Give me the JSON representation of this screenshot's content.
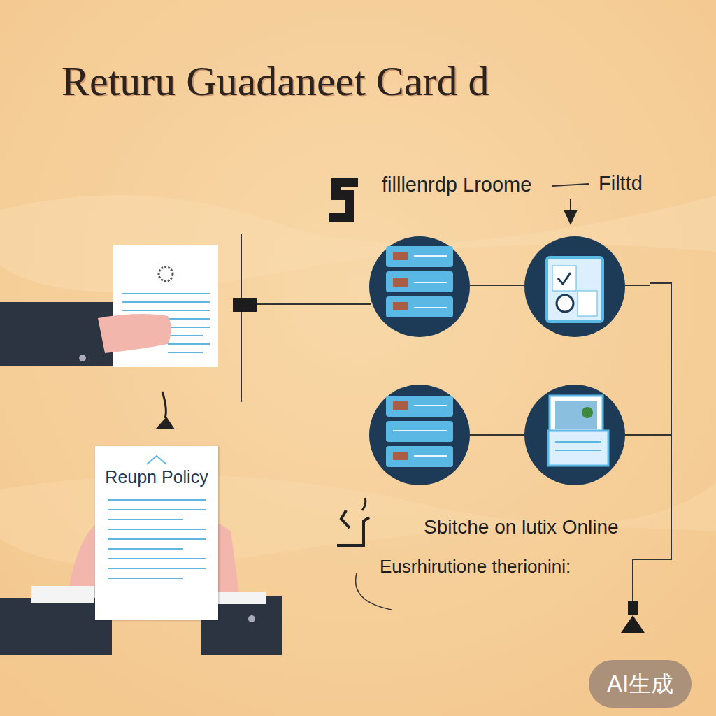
{
  "diagram": {
    "title": "Returu Guadaneet Card d",
    "nodes": [
      {
        "text": [
          "Reupn Policy"
        ]
      }
    ],
    "labels": [
      "filllenrdp Lroome",
      "Filttd",
      "Sbitche on lutix Online",
      "Eusrhirutione therionini:",
      "AI生成"
    ]
  }
}
